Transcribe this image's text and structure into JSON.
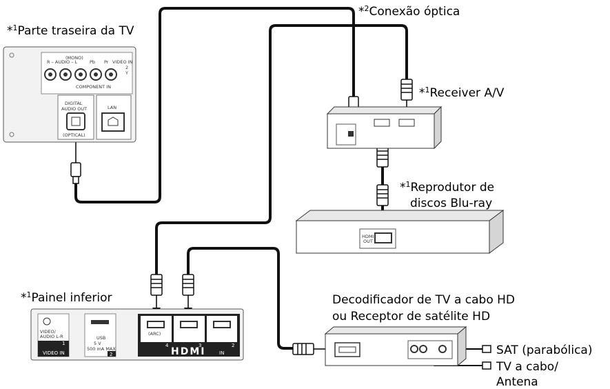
{
  "labels": {
    "tv_back": {
      "mark": "*",
      "num": "1",
      "text": "Parte traseira da TV"
    },
    "optical": {
      "mark": "*",
      "num": "2",
      "text": "Conexão óptica"
    },
    "receiver": {
      "mark": "*",
      "num": "1",
      "text": "Receiver A/V"
    },
    "bluray_1": {
      "mark": "*",
      "num": "1",
      "text": "Reprodutor de"
    },
    "bluray_2": "discos Blu-ray",
    "bottom_panel": {
      "mark": "*",
      "num": "1",
      "text": "Painel inferior"
    },
    "stb_1": "Decodificador de TV a cabo HD",
    "stb_2": "ou Receptor de satélite HD",
    "sat": "SAT (parabólica)",
    "cable_1": "TV a cabo/",
    "cable_2": "Antena"
  },
  "tv_back_panel": {
    "mono": "(MONO)",
    "audio": "R – AUDIO – L",
    "pb": "Pb",
    "pr": "Pr",
    "video_in": "VIDEO IN",
    "video_num": "2",
    "y": "Y",
    "component_in": "COMPONENT IN",
    "digital": "DIGITAL",
    "audio_out": "AUDIO OUT",
    "optical": "(OPTICAL)",
    "lan": "LAN"
  },
  "bottom_panel_ports": {
    "video": "VIDEO/",
    "audio_lr": "AUDIO L-R",
    "video_in": "VIDEO IN",
    "num1": "1",
    "usb": "USB",
    "usb_spec1": "5 V",
    "usb_spec2": "500 mA MAX",
    "num2": "2",
    "arc": "(ARC)",
    "hdmi_nums": [
      "4",
      "3",
      "2"
    ],
    "hdmi": "HDMI",
    "in": "IN"
  },
  "bluray_port": {
    "hdmi": "HDMI",
    "out": "OUT"
  }
}
